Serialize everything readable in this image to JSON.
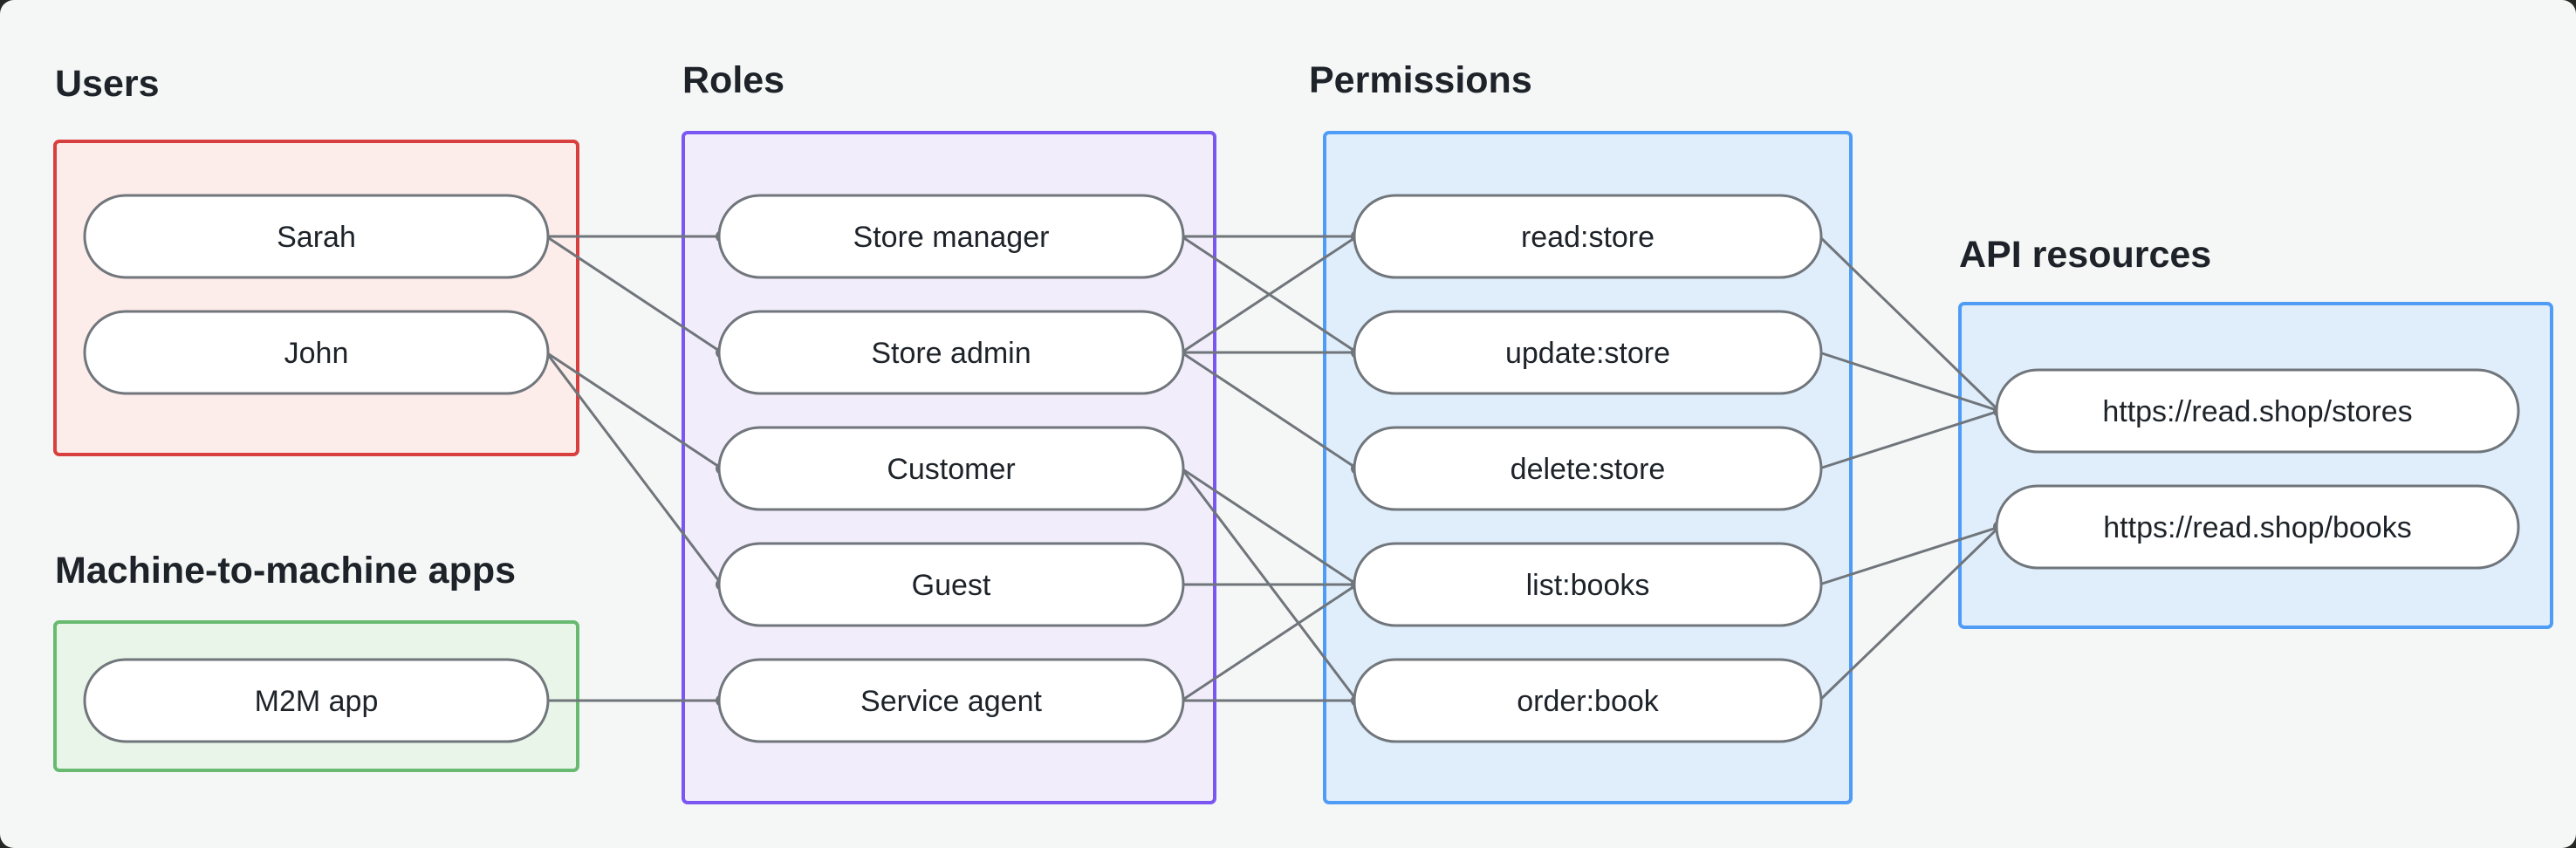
{
  "diagram": {
    "colors": {
      "background": "#f5f7f6",
      "outside": "#232824",
      "line": "#6f757a",
      "dot": "#6f757a",
      "node_border": "#70767b",
      "node_fill": "#ffffff",
      "text": "#1d2329"
    },
    "groups": [
      {
        "id": "users",
        "title": "Users",
        "border": "#d8403f",
        "fill": "#fcecea",
        "nodes": [
          {
            "id": "sarah",
            "label": "Sarah"
          },
          {
            "id": "john",
            "label": "John"
          }
        ]
      },
      {
        "id": "m2m",
        "title": "Machine-to-machine apps",
        "border": "#68ba70",
        "fill": "#e9f5e8",
        "nodes": [
          {
            "id": "m2m_app",
            "label": "M2M app"
          }
        ]
      },
      {
        "id": "roles",
        "title": "Roles",
        "border": "#7a56f2",
        "fill": "#f2edfb",
        "nodes": [
          {
            "id": "store_manager",
            "label": "Store manager"
          },
          {
            "id": "store_admin",
            "label": "Store admin"
          },
          {
            "id": "customer",
            "label": "Customer"
          },
          {
            "id": "guest",
            "label": "Guest"
          },
          {
            "id": "service_agent",
            "label": "Service agent"
          }
        ]
      },
      {
        "id": "permissions",
        "title": "Permissions",
        "border": "#4f9cf7",
        "fill": "#e0eefc",
        "nodes": [
          {
            "id": "read_store",
            "label": "read:store"
          },
          {
            "id": "update_store",
            "label": "update:store"
          },
          {
            "id": "delete_store",
            "label": "delete:store"
          },
          {
            "id": "list_books",
            "label": "list:books"
          },
          {
            "id": "order_book",
            "label": "order:book"
          }
        ]
      },
      {
        "id": "api",
        "title": "API resources",
        "border": "#4f9cf7",
        "fill": "#e0eefc",
        "nodes": [
          {
            "id": "stores_api",
            "label": "https://read.shop/stores"
          },
          {
            "id": "books_api",
            "label": "https://read.shop/books"
          }
        ]
      }
    ],
    "edges": [
      [
        "sarah",
        "store_manager"
      ],
      [
        "sarah",
        "store_admin"
      ],
      [
        "john",
        "customer"
      ],
      [
        "john",
        "guest"
      ],
      [
        "m2m_app",
        "service_agent"
      ],
      [
        "store_manager",
        "read_store"
      ],
      [
        "store_manager",
        "update_store"
      ],
      [
        "store_admin",
        "read_store"
      ],
      [
        "store_admin",
        "update_store"
      ],
      [
        "store_admin",
        "delete_store"
      ],
      [
        "customer",
        "list_books"
      ],
      [
        "customer",
        "order_book"
      ],
      [
        "guest",
        "list_books"
      ],
      [
        "service_agent",
        "list_books"
      ],
      [
        "service_agent",
        "order_book"
      ],
      [
        "read_store",
        "stores_api"
      ],
      [
        "update_store",
        "stores_api"
      ],
      [
        "delete_store",
        "stores_api"
      ],
      [
        "list_books",
        "books_api"
      ],
      [
        "order_book",
        "books_api"
      ]
    ]
  }
}
